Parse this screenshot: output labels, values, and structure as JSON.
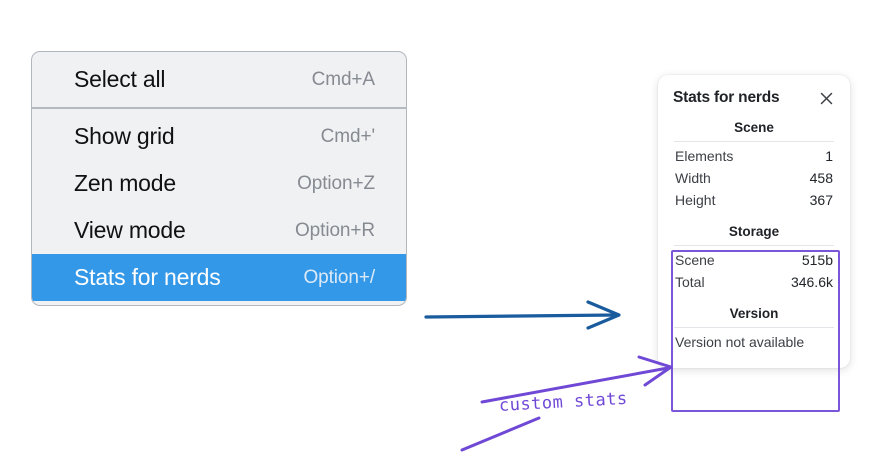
{
  "context_menu": {
    "groups": [
      {
        "items": [
          {
            "label": "Select all",
            "shortcut": "Cmd+A",
            "selected": false
          }
        ]
      },
      {
        "items": [
          {
            "label": "Show grid",
            "shortcut": "Cmd+'",
            "selected": false
          },
          {
            "label": "Zen mode",
            "shortcut": "Option+Z",
            "selected": false
          },
          {
            "label": "View mode",
            "shortcut": "Option+R",
            "selected": false
          },
          {
            "label": "Stats for nerds",
            "shortcut": "Option+/",
            "selected": true
          }
        ]
      }
    ],
    "highlight_color": "#3498e8"
  },
  "stats_panel": {
    "title": "Stats for nerds",
    "close_icon": "close-icon",
    "sections": [
      {
        "heading": "Scene",
        "rows": [
          {
            "key": "Elements",
            "value": "1"
          },
          {
            "key": "Width",
            "value": "458"
          },
          {
            "key": "Height",
            "value": "367"
          }
        ]
      },
      {
        "heading": "Storage",
        "rows": [
          {
            "key": "Scene",
            "value": "515b"
          },
          {
            "key": "Total",
            "value": "346.6k"
          }
        ]
      },
      {
        "heading": "Version",
        "text": "Version not available"
      }
    ]
  },
  "annotations": {
    "callout_text": "custom stats",
    "callout_color": "#7048d6",
    "flow_arrow_color": "#1a5b9e",
    "highlight_box_color": "#7048d6"
  }
}
